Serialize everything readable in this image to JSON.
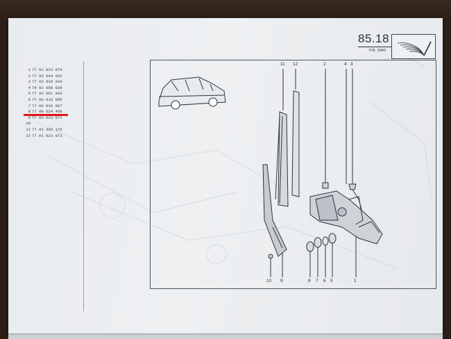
{
  "header": {
    "page_number": "85.18",
    "page_ref": "P.R. 1040",
    "logo_icon": "wiper-sweep-icon"
  },
  "parts_list": [
    {
      "num": "1",
      "ref": "77 01 023 874"
    },
    {
      "num": "2",
      "ref": "77 03 044 033"
    },
    {
      "num": "3",
      "ref": "77 03 019 034"
    },
    {
      "num": "4",
      "ref": "79 03 056 039"
    },
    {
      "num": "5",
      "ref": "77 03 061 043"
    },
    {
      "num": "6",
      "ref": "77 00 616 085"
    },
    {
      "num": "7",
      "ref": "77 03 032 067"
    },
    {
      "num": "8",
      "ref": "77 00 624 458"
    },
    {
      "num": "9",
      "ref": "77 01 023 871"
    },
    {
      "num": "10",
      "ref": ""
    },
    {
      "num": "11",
      "ref": "77 01 402 179"
    },
    {
      "num": "12",
      "ref": "77 01 023 873"
    }
  ],
  "diagram": {
    "callouts_top": [
      "11",
      "12",
      "2",
      "4",
      "3"
    ],
    "callouts_bottom": [
      "10",
      "9",
      "8",
      "7",
      "6",
      "5",
      "1"
    ],
    "highlight_color": "#e01818"
  }
}
